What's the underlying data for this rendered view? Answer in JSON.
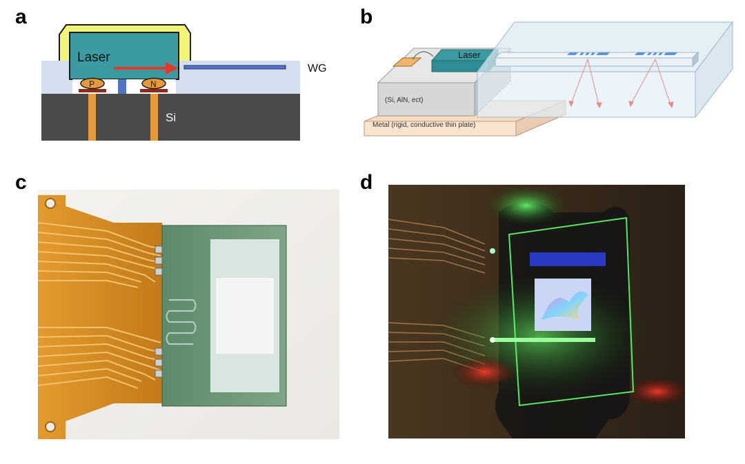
{
  "panels": {
    "a": {
      "letter": "a",
      "labels": {
        "laser": "Laser",
        "wg": "WG",
        "si": "Si",
        "p": "P",
        "n": "N"
      }
    },
    "b": {
      "letter": "b",
      "labels": {
        "laser": "Laser",
        "substrate": "(Si, AlN, ect)",
        "metal": "Metal (rigid, conductive thin plate)"
      }
    },
    "c": {
      "letter": "c"
    },
    "d": {
      "letter": "d"
    }
  },
  "colors": {
    "laser_teal": "#3c9aa3",
    "substrate_dark": "#4a4a4a",
    "cladding_light": "#d5deef",
    "gold_contact": "#e49a3a",
    "waveguide_blue": "#4f74c8",
    "beam_red": "#e53a2b",
    "yellow_frame": "#f0f57a",
    "flex_orange": "#d4861c",
    "glass_green": "#5d8a6a",
    "led_green": "#3cff55"
  }
}
